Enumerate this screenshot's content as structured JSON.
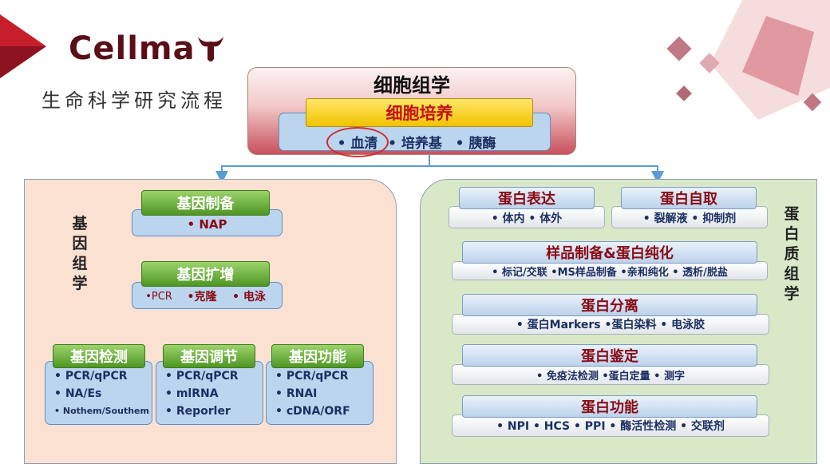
{
  "logo": {
    "name": "Cellma",
    "subtitle": "生命科学研究流程"
  },
  "cell": {
    "title": "细胞组学",
    "culture": "细胞培养",
    "items": [
      "• 血清",
      "• 培养基",
      "• 胰酶"
    ]
  },
  "gene": {
    "label": "基因组学",
    "prep": {
      "title": "基因制备",
      "items": "• NAP"
    },
    "amp": {
      "title": "基因扩增",
      "pcr": "•PCR",
      "clone": "•克隆",
      "electro": "• 电泳"
    },
    "detect": {
      "title": "基因检测",
      "items": [
        "• PCR/qPCR",
        "• NA/Es",
        "• Nothem/Southem"
      ]
    },
    "regulate": {
      "title": "基因调节",
      "items": [
        "• PCR/qPCR",
        "• mlRNA",
        "• Reporler"
      ]
    },
    "function": {
      "title": "基因功能",
      "items": [
        "• PCR/qPCR",
        "• RNAI",
        "• cDNA/ORF"
      ]
    }
  },
  "protein": {
    "label": "蛋白质组学",
    "express": {
      "title": "蛋白表达",
      "items": "• 体内  • 体外"
    },
    "extract": {
      "title": "蛋白自取",
      "items": "• 裂解液  • 抑制剂"
    },
    "purify": {
      "title": "样品制备&蛋白纯化",
      "items": "• 标记/交联  •MS样品制备  •亲和纯化  • 透析/脱盐"
    },
    "separate": {
      "title": "蛋白分离",
      "items": "• 蛋白Markers  •蛋白染料  • 电泳胶"
    },
    "identify": {
      "title": "蛋白鉴定",
      "items": "• 免疫法检测  •蛋白定量  • 测字"
    },
    "func": {
      "title": "蛋白功能",
      "items": "• NPI  • HCS  • PPI  • 酶活性检测  • 交联剂"
    }
  },
  "colors": {
    "accent_red": "#c2111b",
    "brand": "#5a0e17",
    "arrow": "#5b9bd5"
  }
}
